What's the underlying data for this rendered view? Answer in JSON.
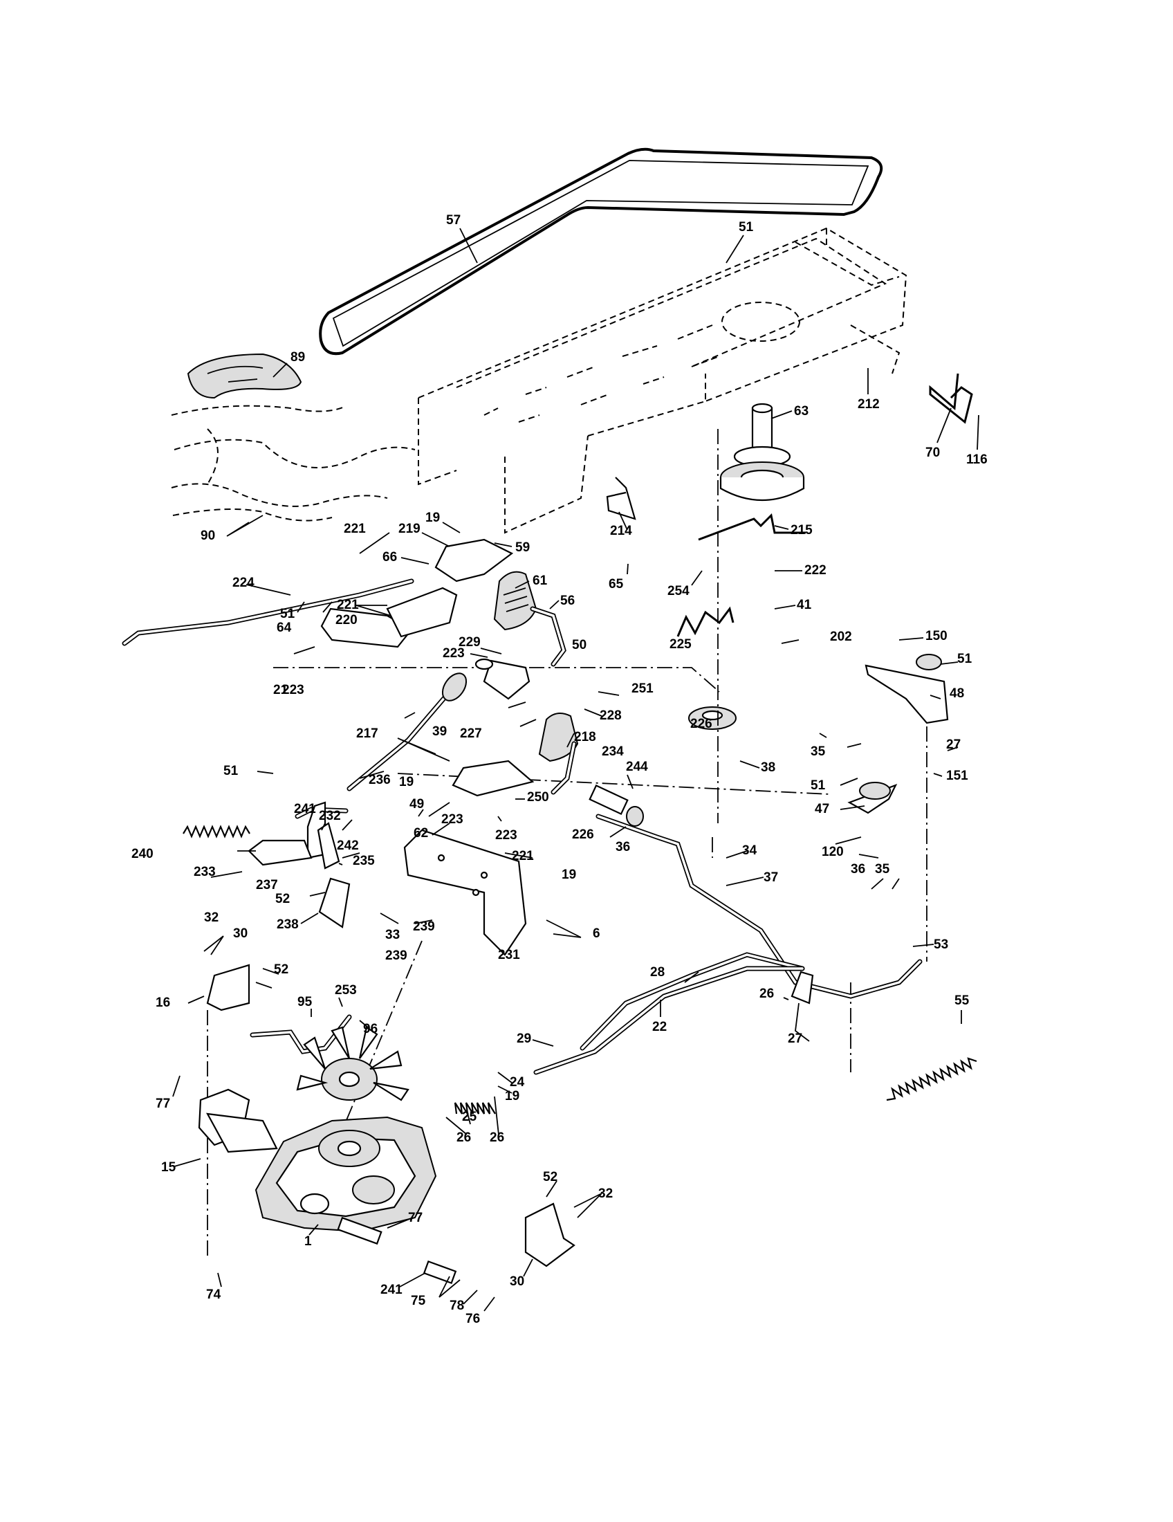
{
  "callouts": [
    "57",
    "51",
    "89",
    "63",
    "212",
    "70",
    "116",
    "90",
    "19",
    "221",
    "219",
    "59",
    "66",
    "214",
    "215",
    "224",
    "61",
    "56",
    "65",
    "254",
    "222",
    "51",
    "221",
    "220",
    "64",
    "41",
    "225",
    "229",
    "50",
    "202",
    "150",
    "51",
    "223",
    "251",
    "228",
    "48",
    "21",
    "223",
    "226",
    "38",
    "39",
    "227",
    "218",
    "217",
    "234",
    "244",
    "35",
    "27",
    "151",
    "51",
    "236",
    "19",
    "250",
    "51",
    "49",
    "223",
    "223",
    "226",
    "62",
    "36",
    "47",
    "120",
    "241",
    "232",
    "34",
    "240",
    "242",
    "233",
    "235",
    "37",
    "221",
    "19",
    "237",
    "52",
    "239",
    "36",
    "35",
    "238",
    "33",
    "6",
    "239",
    "32",
    "231",
    "30",
    "52",
    "53",
    "28",
    "253",
    "16",
    "95",
    "26",
    "96",
    "22",
    "55",
    "29",
    "27",
    "24",
    "77",
    "19",
    "25",
    "26",
    "26",
    "15",
    "52",
    "32",
    "77",
    "1",
    "30",
    "74",
    "241",
    "75",
    "78",
    "76"
  ]
}
